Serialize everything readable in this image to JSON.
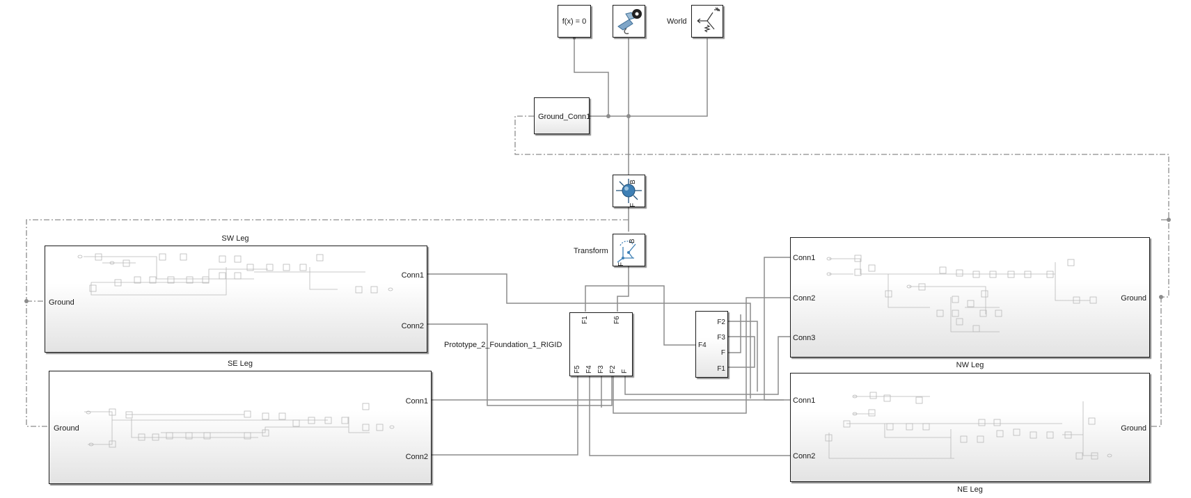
{
  "blocks": {
    "solver": {
      "label": "f(x) = 0"
    },
    "mech_config": {
      "icon": "mechanism-configuration-icon"
    },
    "world": {
      "label": "World",
      "icon": "world-frame-icon"
    },
    "ground_conn": {
      "label": "Ground_Conn1"
    },
    "joint": {
      "icon": "six-dof-joint-icon",
      "port_b": "B",
      "port_f": "F"
    },
    "transform": {
      "label": "Transform",
      "icon": "rigid-transform-icon",
      "port_b": "B",
      "port_f": "F"
    },
    "foundation": {
      "label": "Prototype_2_Foundation_1_RIGID",
      "top_ports": [
        "F1",
        "F6"
      ],
      "bottom_ports": [
        "F5",
        "F4",
        "F3",
        "F2",
        "F"
      ]
    },
    "frame_hub": {
      "left_port": "F4",
      "right_ports": [
        "F2",
        "F3",
        "F",
        "F1"
      ]
    },
    "sw_leg": {
      "title": "SW Leg",
      "port_ground": "Ground",
      "port_conn1": "Conn1",
      "port_conn2": "Conn2"
    },
    "se_leg": {
      "title": "SE Leg",
      "port_ground": "Ground",
      "port_conn1": "Conn1",
      "port_conn2": "Conn2"
    },
    "nw_leg": {
      "title": "NW Leg",
      "port_ground": "Ground",
      "port_conn1": "Conn1",
      "port_conn2": "Conn2",
      "port_conn3": "Conn3"
    },
    "ne_leg": {
      "title": "NE Leg",
      "port_ground": "Ground",
      "port_conn1": "Conn1",
      "port_conn2": "Conn2"
    }
  },
  "colors": {
    "line": "#8c8c8c",
    "block_border": "#1a1a1a",
    "icon_blue": "#3d7fb5"
  }
}
